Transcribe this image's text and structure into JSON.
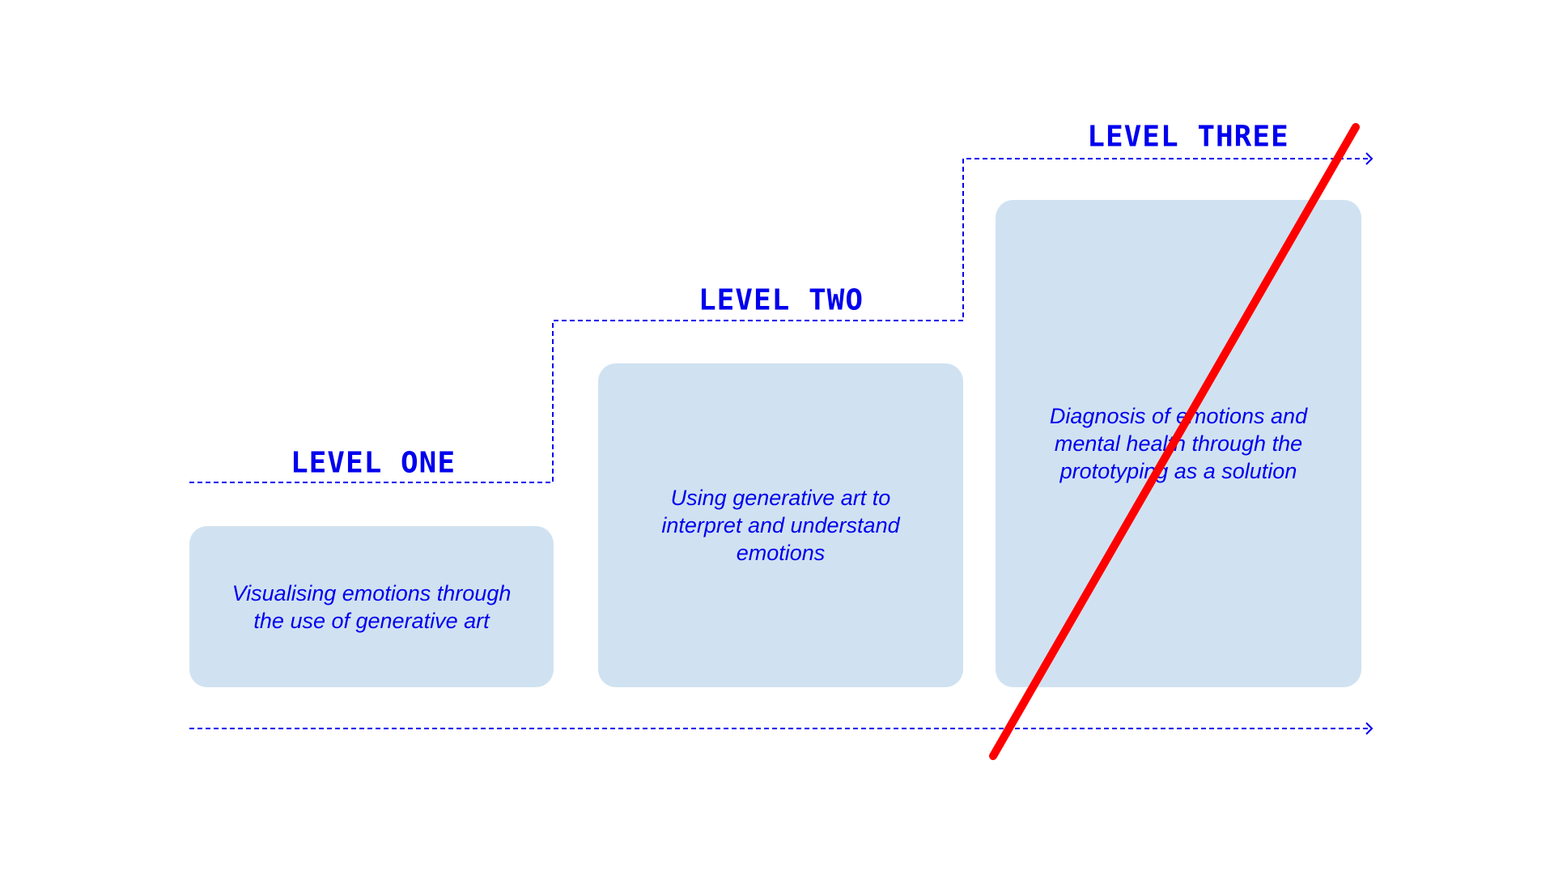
{
  "levels": [
    {
      "title": "LEVEL ONE",
      "description": "Visualising emotions through the use of generative art"
    },
    {
      "title": "LEVEL TWO",
      "description": "Using generative art to interpret and understand emotions"
    },
    {
      "title": "LEVEL THREE",
      "description": "Diagnosis of emotions and mental health through the prototyping as a solution"
    }
  ],
  "colors": {
    "text": "#0000ee",
    "box": "#d0e2f1",
    "strike": "#ff0000"
  }
}
